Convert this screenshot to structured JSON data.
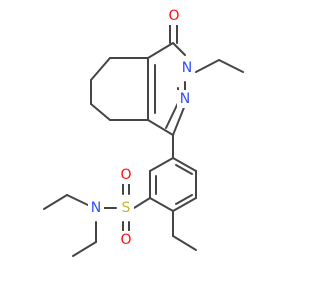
{
  "molecule": {
    "colors": {
      "bond": "#454545",
      "carbon": "#454545",
      "oxygen": "#ff0d0d",
      "nitrogen": "#3050f8",
      "sulfur": "#c6b42c"
    },
    "atoms": [
      {
        "id": "O_keto",
        "label": "O",
        "element": "oxygen"
      },
      {
        "id": "N_ring_top",
        "label": "N",
        "element": "nitrogen"
      },
      {
        "id": "N_ring_bottom",
        "label": "N",
        "element": "nitrogen"
      },
      {
        "id": "S_sulfonyl",
        "label": "S",
        "element": "sulfur"
      },
      {
        "id": "O_sulfonyl_top",
        "label": "O",
        "element": "oxygen"
      },
      {
        "id": "O_sulfonyl_bottom",
        "label": "O",
        "element": "oxygen"
      },
      {
        "id": "N_amide",
        "label": "N",
        "element": "nitrogen"
      }
    ]
  }
}
